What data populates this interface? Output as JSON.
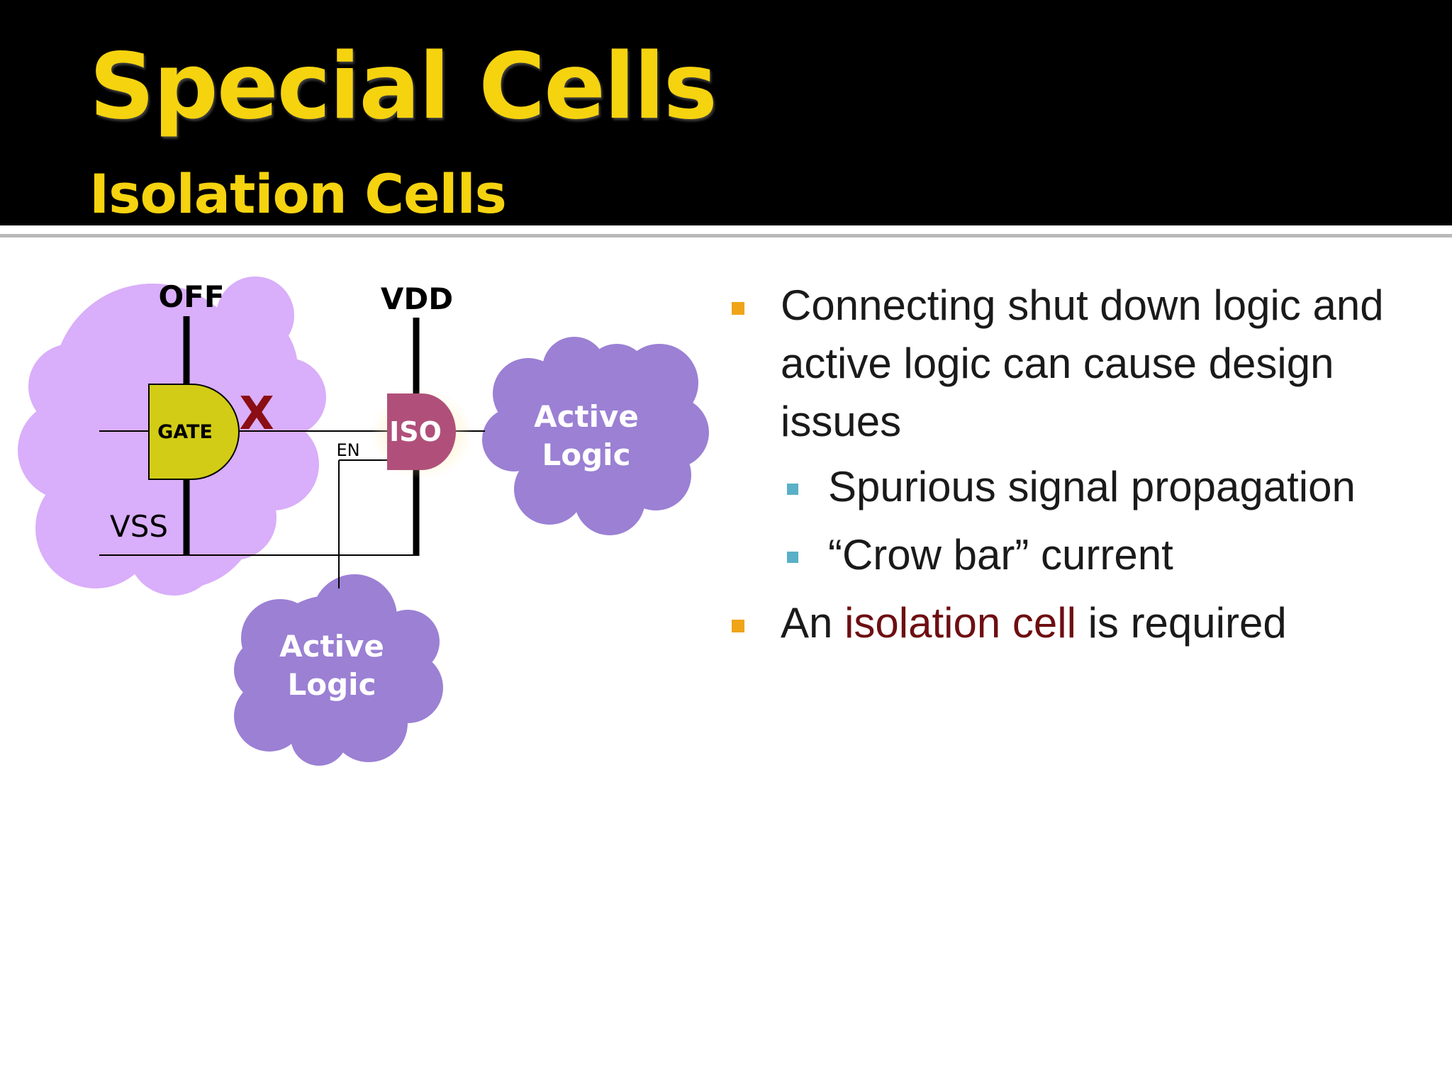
{
  "header": {
    "title": "Special Cells",
    "subtitle": "Isolation Cells"
  },
  "diagram": {
    "rail_off": "OFF",
    "rail_vdd": "VDD",
    "rail_vss": "VSS",
    "gate_label": "GATE",
    "iso_label": "ISO",
    "enable_label": "EN",
    "cross_mark": "X",
    "active_logic_right": [
      "Active",
      "Logic"
    ],
    "active_logic_bottom": [
      "Active",
      "Logic"
    ]
  },
  "bullets": [
    {
      "level": 1,
      "segments": [
        {
          "text": "Connecting shut down logic and active logic can  cause design issues",
          "highlight": false
        }
      ]
    },
    {
      "level": 2,
      "segments": [
        {
          "text": "Spurious signal propagation",
          "highlight": false
        }
      ]
    },
    {
      "level": 2,
      "segments": [
        {
          "text": "“Crow bar” current",
          "highlight": false
        }
      ]
    },
    {
      "level": 1,
      "segments": [
        {
          "text": "An ",
          "highlight": false
        },
        {
          "text": "isolation cell",
          "highlight": true
        },
        {
          "text": " is required",
          "highlight": false
        }
      ]
    }
  ],
  "colors": {
    "title": "#f5d30f",
    "bullet_level1": "#f0a418",
    "bullet_level2": "#5ab0c6",
    "highlight_text": "#6e0e12",
    "off_domain_cloud": "#d9aefa",
    "active_cloud": "#9b80d4",
    "gate_fill": "#d2cc16",
    "iso_fill": "#b0507a",
    "cross": "#8a0e14"
  }
}
